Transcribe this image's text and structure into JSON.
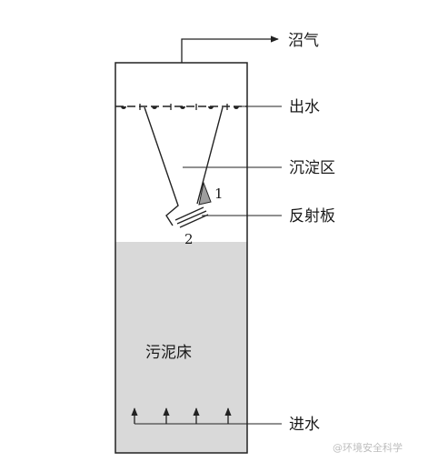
{
  "labels": {
    "biogas": "沼气",
    "outflow": "出水",
    "settling_zone": "沉淀区",
    "baffle": "反射板",
    "sludge_bed": "污泥床",
    "inflow": "进水",
    "marker_1": "1",
    "marker_2": "2"
  },
  "watermark": "@环境安全科学",
  "colors": {
    "line": "#222222",
    "sludge_fill": "#d9d9d9",
    "baffle_fill": "#9e9e9e"
  }
}
